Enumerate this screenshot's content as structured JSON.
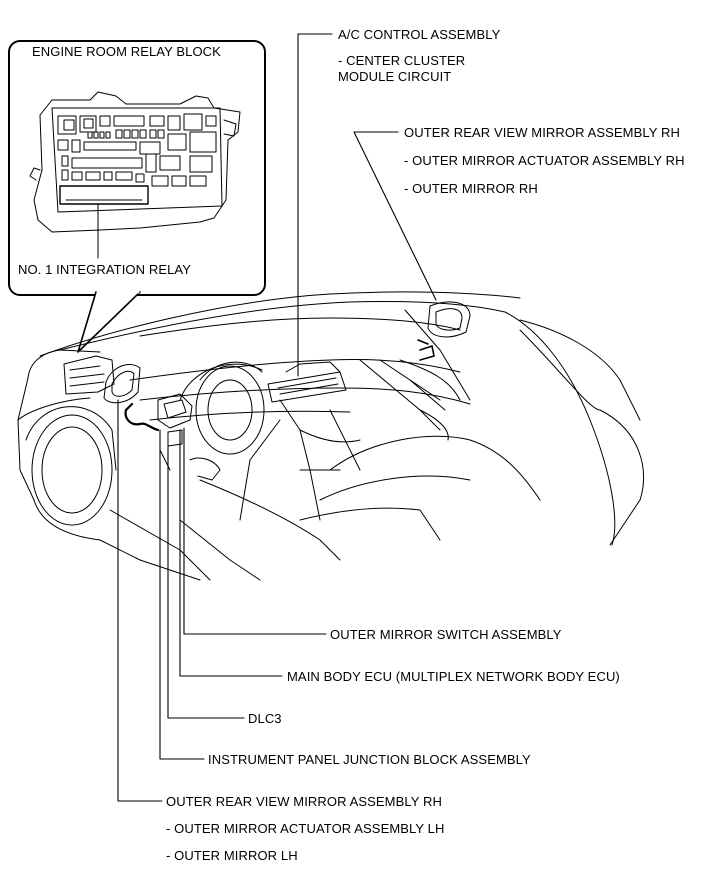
{
  "inset": {
    "title": "ENGINE ROOM RELAY BLOCK",
    "relay_label": "NO. 1 INTEGRATION RELAY"
  },
  "callouts": {
    "ac_control": {
      "title": "A/C CONTROL ASSEMBLY",
      "sub1": "- CENTER CLUSTER",
      "sub2": "MODULE CIRCUIT"
    },
    "mirror_rh": {
      "title": "OUTER REAR VIEW MIRROR ASSEMBLY RH",
      "sub1": "- OUTER MIRROR ACTUATOR ASSEMBLY RH",
      "sub2": "- OUTER MIRROR RH"
    },
    "mirror_switch": "OUTER MIRROR SWITCH ASSEMBLY",
    "main_body_ecu": "MAIN BODY ECU (MULTIPLEX NETWORK BODY ECU)",
    "dlc3": "DLC3",
    "junction_block": "INSTRUMENT PANEL JUNCTION BLOCK ASSEMBLY",
    "mirror_lh": {
      "title": "OUTER REAR VIEW MIRROR ASSEMBLY RH",
      "sub1": "- OUTER MIRROR ACTUATOR ASSEMBLY LH",
      "sub2": "- OUTER MIRROR LH"
    }
  }
}
